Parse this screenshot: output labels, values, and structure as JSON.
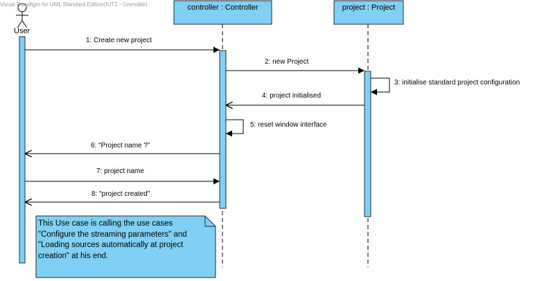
{
  "watermark": "Visual Paradigm for UML Standard Edition(IUT2 - Grenoble)",
  "actor": {
    "label": "User"
  },
  "lifelines": {
    "controller": "controller : Controller",
    "project": "project : Project"
  },
  "messages": {
    "m1": "1: Create new project",
    "m2": "2: new Project",
    "m3": "3: initialise standard project configuration",
    "m4": "4: project initialised",
    "m5": "5:  reset window interface",
    "m6": "6: \"Project name ?\"",
    "m7": "7: project name",
    "m8": "8: \"project created\""
  },
  "note": {
    "text": "This Use case is calling the use cases\n\"Configure the streaming parameters\" and\n\"Loading sources automatically at project\ncreation\" at his end."
  },
  "colors": {
    "box_fill": "#7fd0f4",
    "box_border": "#2a2a2a",
    "line": "#000000"
  }
}
